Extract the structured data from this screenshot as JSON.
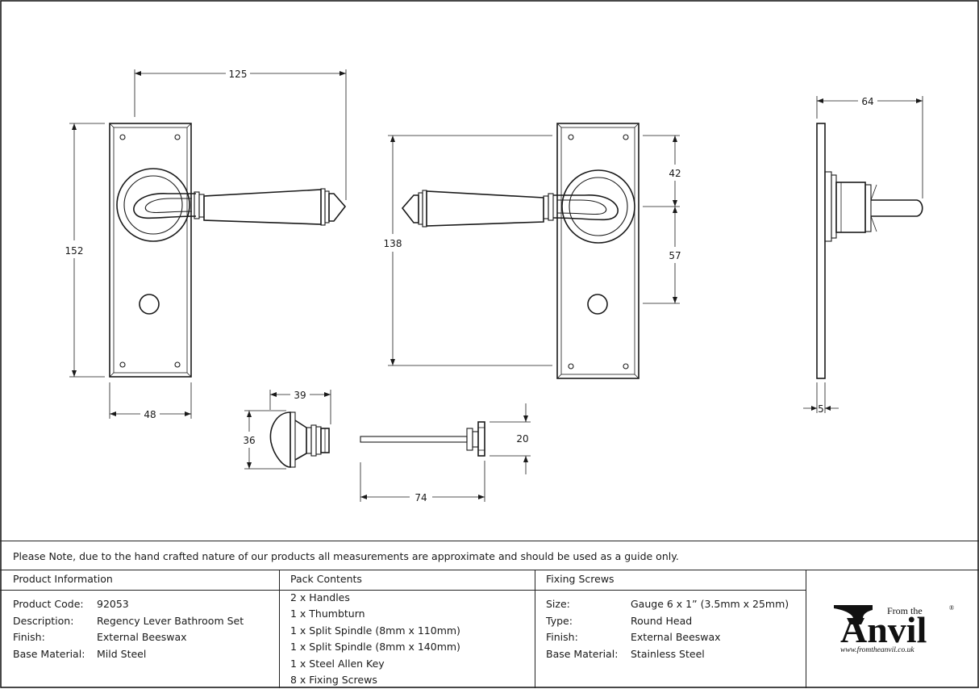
{
  "dimensions": {
    "front_width": "125",
    "front_height": "152",
    "plate_width": "48",
    "back_height": "138",
    "upper": "42",
    "lower": "57",
    "projection": "64",
    "plate_thickness": "5",
    "thumbturn_width": "39",
    "thumbturn_height": "36",
    "spindle_length": "74",
    "spindle_height": "20"
  },
  "note": "Please Note, due to the hand crafted nature of our products all measurements are approximate and should be used as a guide only.",
  "product_info": {
    "heading": "Product Information",
    "rows": [
      {
        "label": "Product Code:",
        "value": "92053"
      },
      {
        "label": "Description:",
        "value": "Regency Lever Bathroom Set"
      },
      {
        "label": "Finish:",
        "value": "External Beeswax"
      },
      {
        "label": "Base Material:",
        "value": "Mild Steel"
      }
    ]
  },
  "pack_contents": {
    "heading": "Pack Contents",
    "items": [
      "2 x Handles",
      "1 x Thumbturn",
      "1 x Split Spindle (8mm x 110mm)",
      "1 x Split Spindle (8mm x 140mm)",
      "1 x Steel Allen Key",
      "8 x Fixing Screws"
    ]
  },
  "fixing_screws": {
    "heading": "Fixing Screws",
    "rows": [
      {
        "label": "Size:",
        "value": "Gauge 6 x 1” (3.5mm x 25mm)"
      },
      {
        "label": "Type:",
        "value": "Round Head"
      },
      {
        "label": "Finish:",
        "value": "External Beeswax"
      },
      {
        "label": "Base Material:",
        "value": "Stainless Steel"
      }
    ]
  },
  "logo": {
    "from_the": "From the",
    "brand": "Anvil",
    "reg": "®",
    "url": "www.fromtheanvil.co.uk"
  }
}
